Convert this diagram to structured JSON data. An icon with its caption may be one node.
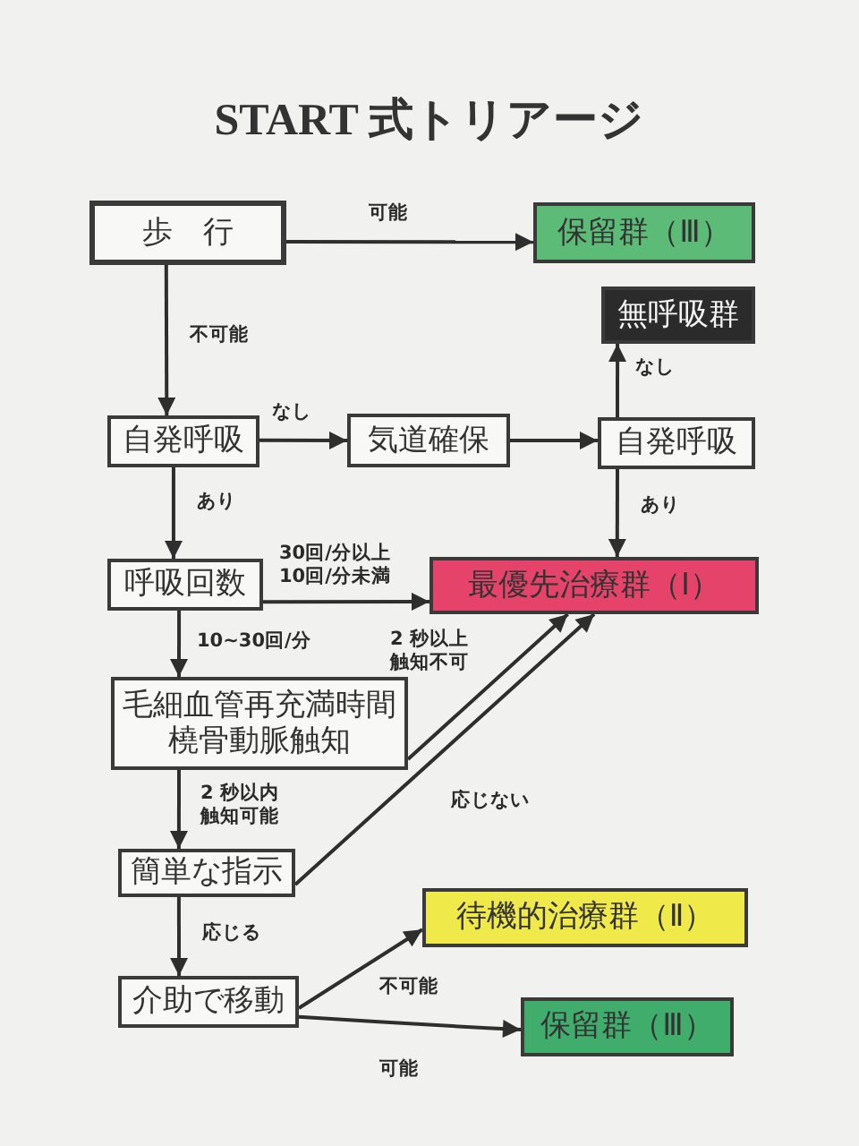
{
  "diagram": {
    "title": "START 式トリアージ",
    "nodes": [
      {
        "text": [
          "歩行"
        ]
      },
      {
        "text": [
          "保留群（Ⅲ）"
        ]
      },
      {
        "text": [
          "無呼吸群"
        ]
      },
      {
        "text": [
          "自発呼吸"
        ]
      },
      {
        "text": [
          "気道確保"
        ]
      },
      {
        "text": [
          "自発呼吸"
        ]
      },
      {
        "text": [
          "呼吸回数"
        ]
      },
      {
        "text": [
          "最優先治療群（Ⅰ）"
        ]
      },
      {
        "text": [
          "毛細血管再充満時間橈骨動脈触知"
        ]
      },
      {
        "text": [
          "簡単な指示"
        ]
      },
      {
        "text": [
          "待機的治療群（Ⅱ）"
        ]
      },
      {
        "text": [
          "介助で移動"
        ]
      },
      {
        "text": [
          "保留群（Ⅲ）"
        ]
      }
    ],
    "edges": [
      {
        "from": 0,
        "to": 1,
        "arrow": "to",
        "label": "可能"
      },
      {
        "from": 0,
        "to": 3,
        "arrow": "to",
        "label": "不可能"
      },
      {
        "from": 3,
        "to": 4,
        "arrow": "to",
        "label": "なし"
      },
      {
        "from": 4,
        "to": 5,
        "arrow": "to"
      },
      {
        "from": 5,
        "to": 2,
        "arrow": "to",
        "label": "なし"
      },
      {
        "from": 5,
        "to": 7,
        "arrow": "to",
        "label": "あり"
      },
      {
        "from": 3,
        "to": 6,
        "arrow": "to",
        "label": "あり"
      },
      {
        "from": 6,
        "to": 7,
        "arrow": "to",
        "label": "30回/分以上10回/分未満"
      },
      {
        "from": 6,
        "to": 8,
        "arrow": "to",
        "label": "10~30回/分"
      },
      {
        "from": 8,
        "to": 7,
        "arrow": "to",
        "label": "2 秒以上触知不可"
      },
      {
        "from": 9,
        "to": 7,
        "arrow": "to",
        "label": "応じない"
      },
      {
        "from": 8,
        "to": 9,
        "arrow": "to",
        "label": "2 秒以内触知可能"
      },
      {
        "from": 9,
        "to": 11,
        "arrow": "to",
        "label": "応じる"
      },
      {
        "from": 11,
        "to": 10,
        "arrow": "to",
        "label": "不可能"
      },
      {
        "from": 11,
        "to": 12,
        "arrow": "to",
        "label": "可能"
      }
    ]
  }
}
